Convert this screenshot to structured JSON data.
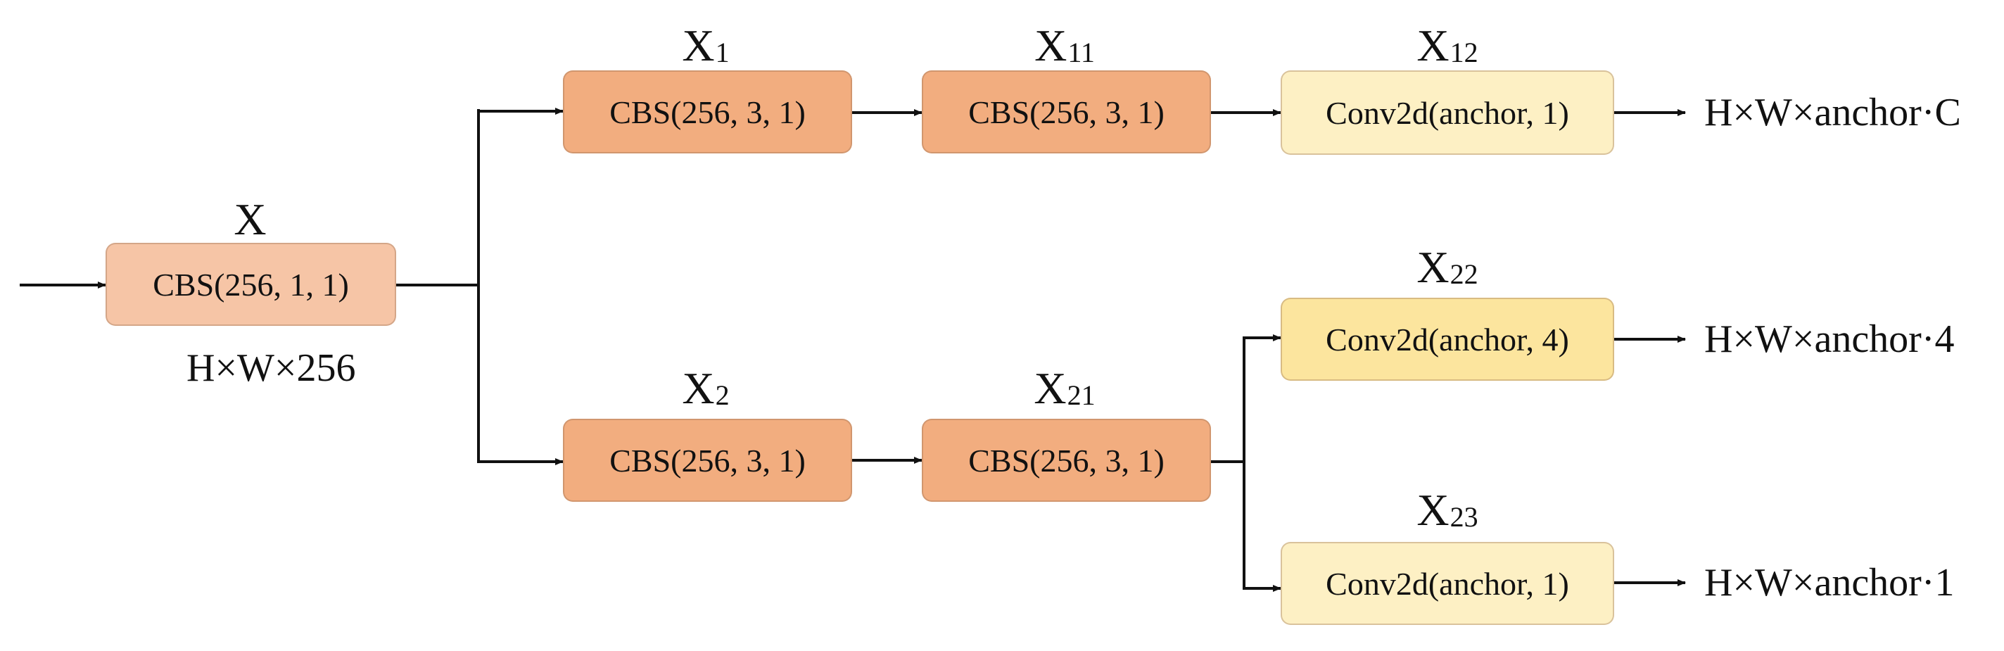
{
  "colors": {
    "line": "#111111",
    "box_light_orange": "#f6c5a6",
    "box_orange": "#f2ad7f",
    "box_light_yellow": "#fdf0c4",
    "box_yellow": "#fce59e"
  },
  "nodes": {
    "input": {
      "label": "CBS(256, 1, 1)",
      "tag": "X",
      "tag_sub": "",
      "shape": "H×W×256"
    },
    "b1_1": {
      "label": "CBS(256, 3, 1)",
      "tag": "X",
      "tag_sub": "1"
    },
    "b1_2": {
      "label": "CBS(256, 3, 1)",
      "tag": "X",
      "tag_sub": "11"
    },
    "b1_3": {
      "label": "Conv2d(anchor, 1)",
      "tag": "X",
      "tag_sub": "12"
    },
    "b2_1": {
      "label": "CBS(256, 3, 1)",
      "tag": "X",
      "tag_sub": "2"
    },
    "b2_2": {
      "label": "CBS(256, 3, 1)",
      "tag": "X",
      "tag_sub": "21"
    },
    "b2_3": {
      "label": "Conv2d(anchor, 4)",
      "tag": "X",
      "tag_sub": "22"
    },
    "b2_4": {
      "label": "Conv2d(anchor, 1)",
      "tag": "X",
      "tag_sub": "23"
    }
  },
  "outputs": {
    "classification": "H×W×anchor·C",
    "regression": "H×W×anchor·4",
    "objectness": "H×W×anchor·1"
  }
}
